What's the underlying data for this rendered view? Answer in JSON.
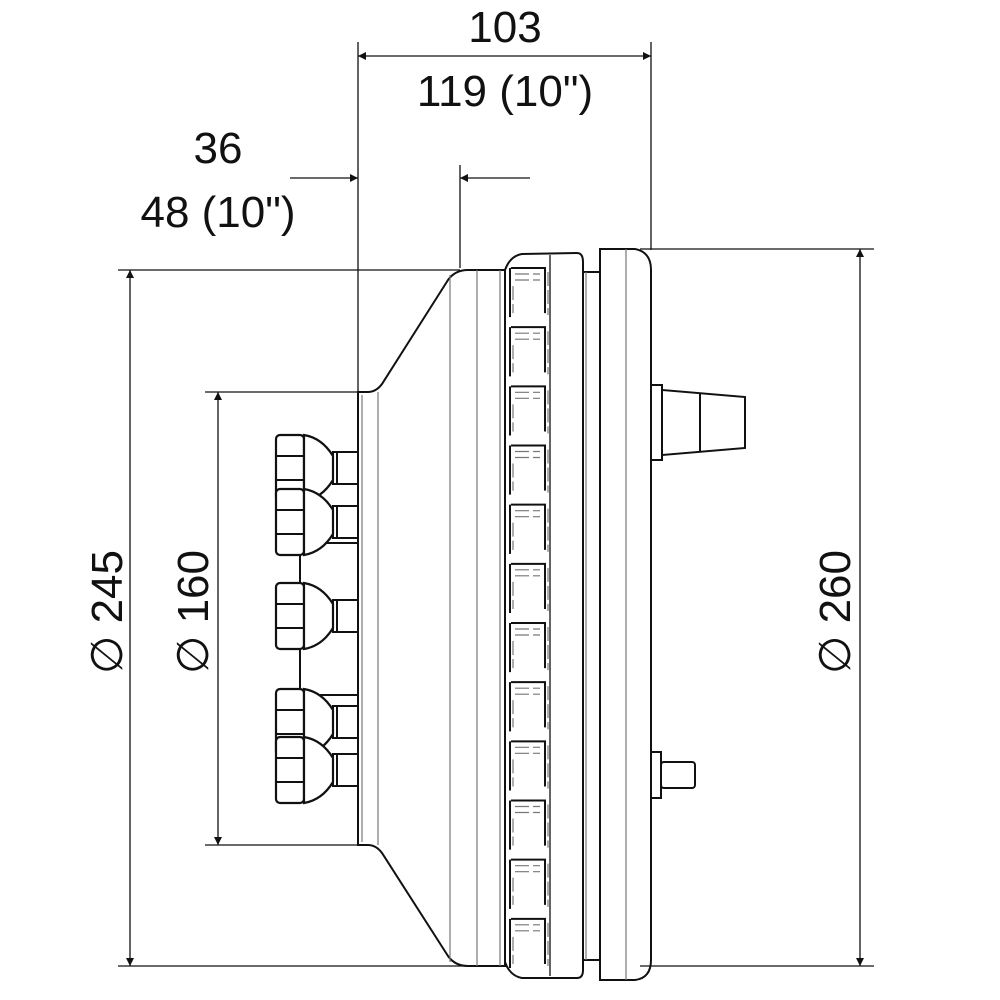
{
  "dimensions": {
    "overall_depth": "103",
    "overall_depth_10in": "119 (10\")",
    "nozzle_depth": "36",
    "nozzle_depth_10in": "48 (10\")",
    "diameter_body": "∅ 245",
    "diameter_front": "∅ 160",
    "diameter_back": "∅ 260"
  },
  "ring_teeth_count": 12
}
